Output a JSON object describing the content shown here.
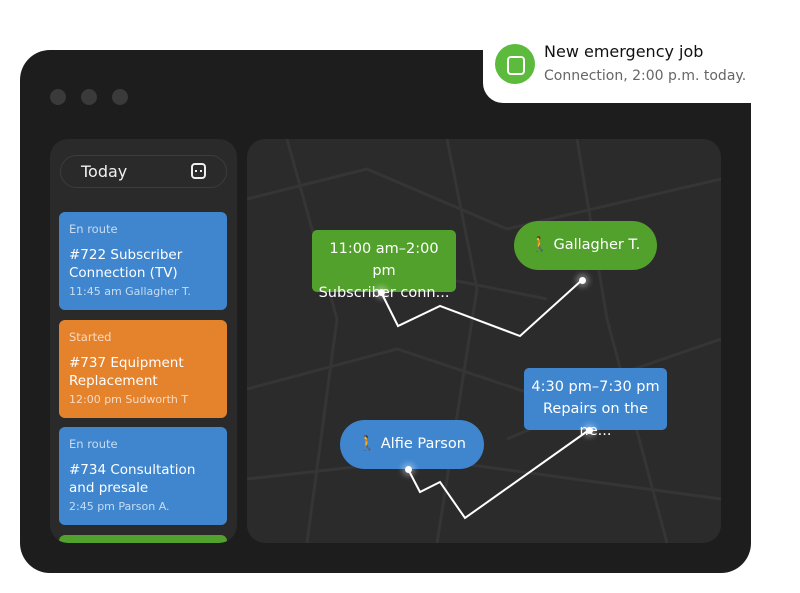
{
  "notification": {
    "title": "New emergency job",
    "subtitle": "Connection, 2:00 p.m. today.",
    "icon": "job-icon"
  },
  "sidebar": {
    "date_label": "Today",
    "jobs": [
      {
        "status": "En route",
        "title": "#722 Subscriber Connection (TV)",
        "meta": "11:45 am Gallagher T.",
        "color": "#3f86cf"
      },
      {
        "status": "Started",
        "title": "#737 Equipment Replacement",
        "meta": "12:00 pm Sudworth T",
        "color": "#e5822c"
      },
      {
        "status": "En route",
        "title": "#734 Consultation and presale",
        "meta": "2:45 pm Parson A.",
        "color": "#3f86cf"
      }
    ]
  },
  "map": {
    "job1": {
      "time": "11:00 am–2:00 pm",
      "desc": "Subscriber conn..."
    },
    "tech1": {
      "name": "Gallagher T."
    },
    "job2": {
      "time": "4:30 pm–7:30 pm",
      "desc": "Repairs on the ne..."
    },
    "tech2": {
      "name": "Alfie Parson"
    }
  },
  "colors": {
    "green": "#52a12c",
    "blue": "#3f86cf",
    "orange": "#e5822c"
  }
}
